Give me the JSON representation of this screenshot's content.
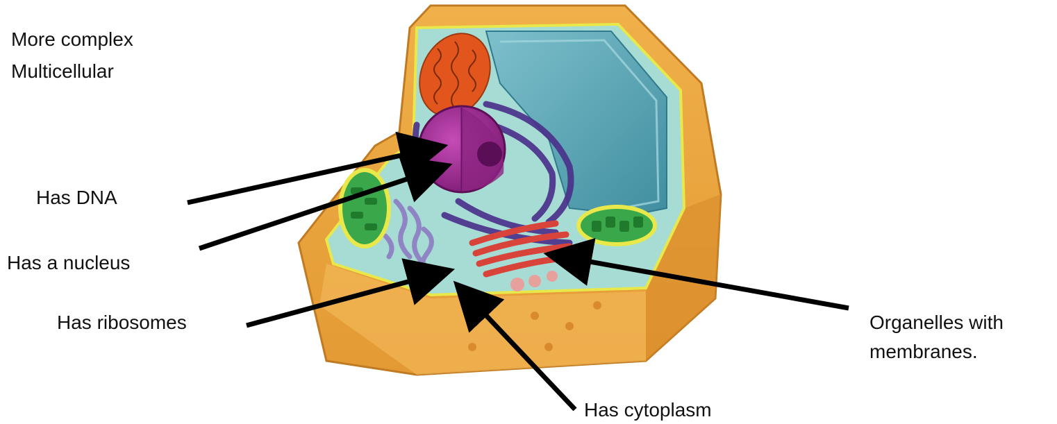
{
  "header": {
    "line1": "More complex",
    "line2": "Multicellular"
  },
  "labels": {
    "dna": "Has DNA",
    "nucleus": "Has a nucleus",
    "ribosomes": "Has ribosomes",
    "cytoplasm": "Has cytoplasm",
    "organelles_line1": "Organelles with",
    "organelles_line2": "membranes."
  },
  "colors": {
    "cell_wall": "#e9a53d",
    "cytoplasm": "#a7dcd4",
    "vacuole": "#5fa9b6",
    "nucleus": "#9b2a8f",
    "mitochondrion": "#e2551c",
    "chloroplast": "#2e9a3a",
    "golgi": "#d8433a",
    "er": "#4b2f8a",
    "arrow": "#000000"
  }
}
